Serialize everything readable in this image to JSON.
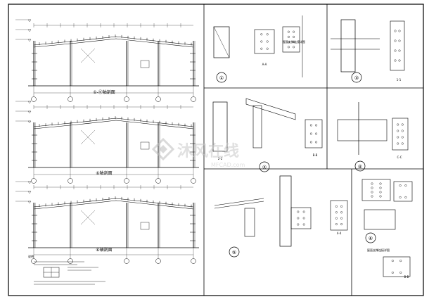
{
  "elevations": [
    {
      "title": "①-⑪轴剖面"
    },
    {
      "title": "⑥轴剖面"
    },
    {
      "title": "⑥轴剖面"
    }
  ],
  "details": [
    {
      "label": "①"
    },
    {
      "label": "②"
    },
    {
      "label": "③"
    },
    {
      "label": "④"
    },
    {
      "label": "⑤"
    },
    {
      "label": "⑥"
    }
  ],
  "sections": [
    {
      "label": "1-1"
    },
    {
      "label": "2-2"
    },
    {
      "label": "4-4"
    },
    {
      "label": "A-A"
    },
    {
      "label": "B-B"
    },
    {
      "label": "C-C"
    }
  ],
  "captions": [
    {
      "text": "屋面支撑连接详图"
    },
    {
      "text": "屋面支撑连接详图"
    }
  ],
  "notes": {
    "heading": "说明"
  },
  "watermark": {
    "text": "沐风在线",
    "sub": "MFCAD.com"
  },
  "colors": {
    "line": "#000000",
    "watermark": "#c8c8c8"
  }
}
